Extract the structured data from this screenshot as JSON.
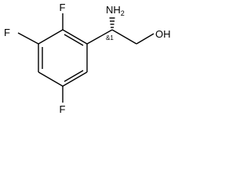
{
  "molecule": {
    "atoms": {
      "nh2": "NH",
      "nh2_subscript": "2",
      "oh": "OH",
      "f_top": "F",
      "f_left": "F",
      "f_bottom": "F"
    },
    "stereo_descriptor": "&1",
    "bond_color": "#000000",
    "label_color": "#000000"
  }
}
